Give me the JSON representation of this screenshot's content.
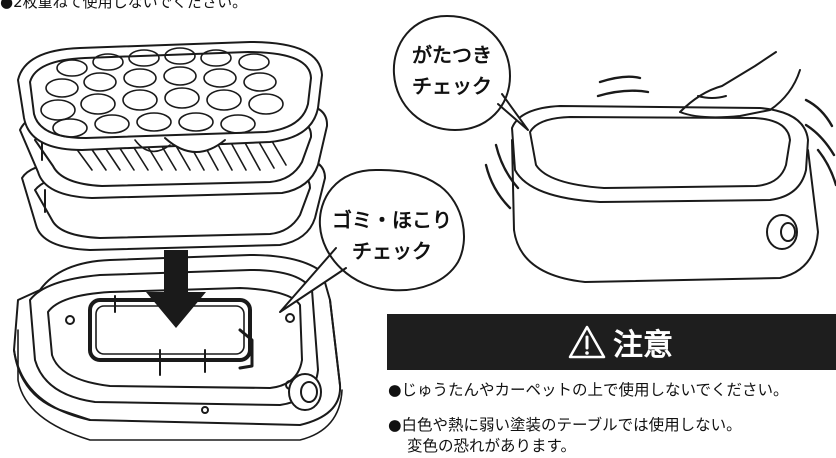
{
  "top_note": "●2枚重ねて使用しないでください。",
  "bubbles": {
    "wobble_line1": "がたつき",
    "wobble_line2": "チェック",
    "dust_line1": "ゴミ・ほこり",
    "dust_line2": "チェック"
  },
  "caution": {
    "title": "注意",
    "item1": "●じゅうたんやカーペットの上で使用しないでください。",
    "item2": "●白色や熱に弱い塗装のテーブルでは使用しない。",
    "item2_sub": "変色の恐れがあります。"
  },
  "colors": {
    "ink": "#1a1a1a",
    "banner": "#1e1e1e",
    "banner_text": "#ffffff",
    "paper": "#ffffff"
  },
  "icons": [
    "warning-triangle-icon"
  ]
}
